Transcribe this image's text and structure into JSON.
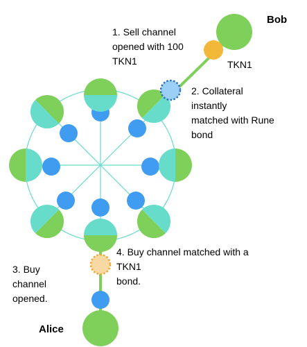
{
  "colors": {
    "green": "#7ed05a",
    "teal": "#67dccb",
    "blue": "#3f9cf0",
    "orange": "#f3b73a",
    "collateral_blue": "#9ccff5",
    "bond_orange": "#f8d8a3",
    "ring_line": "#67dccb",
    "channel_line": "#7ed05a"
  },
  "nodes": {
    "bob": {
      "label": "Bob"
    },
    "alice": {
      "label": "Alice"
    },
    "bob_token": {
      "label": "TKN1"
    }
  },
  "annotations": {
    "step1": "1. Sell channel\nopened with 100\nTKN1",
    "step2": "2. Collateral\ninstantly\nmatched with Rune\nbond",
    "step3": "3. Buy\nchannel\nopened.",
    "step4": "4. Buy channel matched with a\nTKN1\nbond."
  }
}
